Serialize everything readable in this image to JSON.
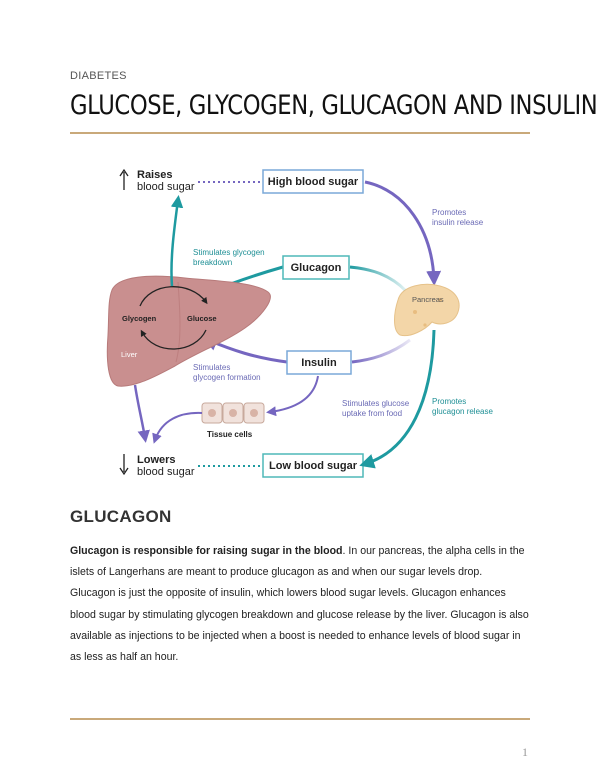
{
  "header": {
    "kicker": "DIABETES",
    "title": "GLUCOSE, GLYCOGEN, GLUCAGON AND INSULIN"
  },
  "diagram": {
    "raises_title": "Raises",
    "raises_sub": "blood sugar",
    "lowers_title": "Lowers",
    "lowers_sub": "blood sugar",
    "high_blood_sugar": "High blood sugar",
    "low_blood_sugar": "Low blood sugar",
    "glucagon": "Glucagon",
    "insulin": "Insulin",
    "pancreas": "Pancreas",
    "liver": "Liver",
    "glycogen": "Glycogen",
    "glucose": "Glucose",
    "tissue_cells": "Tissue cells",
    "promotes_insulin_1": "Promotes",
    "promotes_insulin_2": "insulin release",
    "promotes_glucagon_1": "Promotes",
    "promotes_glucagon_2": "glucagon release",
    "stim_breakdown_1": "Stimulates glycogen",
    "stim_breakdown_2": "breakdown",
    "stim_formation_1": "Stimulates",
    "stim_formation_2": "glycogen formation",
    "stim_uptake_1": "Stimulates glucose",
    "stim_uptake_2": "uptake from food",
    "colors": {
      "purple": "#7566c0",
      "teal": "#1e9aa0",
      "liver": "#c98f8f",
      "pancreas": "#f3d6a8",
      "box_border_blue": "#7aa8d8",
      "box_border_teal": "#4fb8b8"
    }
  },
  "section": {
    "heading": "GLUCAGON",
    "lead_bold": "Glucagon is responsible for raising sugar in the blood",
    "body": ". In our pancreas, the alpha cells in the islets of Langerhans are meant to produce glucagon as and when our sugar levels drop. Glucagon is just the opposite of insulin, which lowers blood sugar levels. Glucagon enhances blood sugar by stimulating glycogen breakdown and glucose release by the liver. Glucagon is also available as injections to be injected when a boost is needed to enhance levels of blood sugar in as less as half an hour."
  },
  "footer": {
    "page_number": "1"
  }
}
